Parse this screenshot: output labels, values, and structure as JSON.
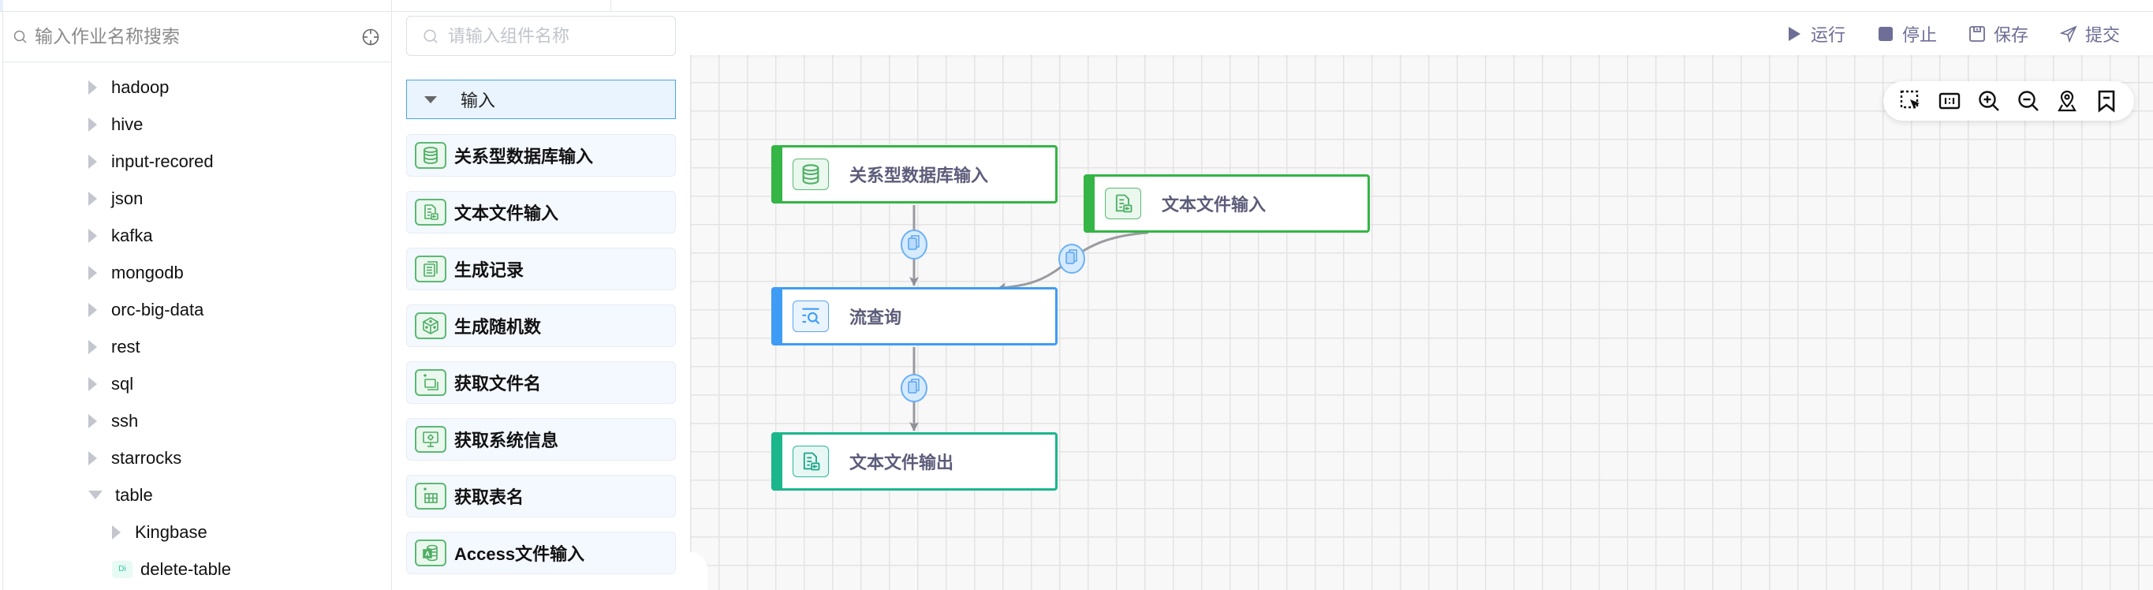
{
  "sidebar": {
    "search_placeholder": "输入作业名称搜索",
    "search_icon": "search-icon",
    "locate_icon": "crosshair-icon",
    "tree": [
      {
        "label": "hadoop",
        "level": 1,
        "state": "collapsed"
      },
      {
        "label": "hive",
        "level": 1,
        "state": "collapsed"
      },
      {
        "label": "input-recored",
        "level": 1,
        "state": "collapsed"
      },
      {
        "label": "json",
        "level": 1,
        "state": "collapsed"
      },
      {
        "label": "kafka",
        "level": 1,
        "state": "collapsed"
      },
      {
        "label": "mongodb",
        "level": 1,
        "state": "collapsed"
      },
      {
        "label": "orc-big-data",
        "level": 1,
        "state": "collapsed"
      },
      {
        "label": "rest",
        "level": 1,
        "state": "collapsed"
      },
      {
        "label": "sql",
        "level": 1,
        "state": "collapsed"
      },
      {
        "label": "ssh",
        "level": 1,
        "state": "collapsed"
      },
      {
        "label": "starrocks",
        "level": 1,
        "state": "collapsed"
      },
      {
        "label": "table",
        "level": 1,
        "state": "expanded"
      },
      {
        "label": "Kingbase",
        "level": 2,
        "state": "collapsed"
      },
      {
        "label": "delete-table",
        "level": 2,
        "state": "leaf",
        "badge": "Di"
      }
    ]
  },
  "components": {
    "search_placeholder": "请输入组件名称",
    "group": {
      "label": "输入",
      "expanded": true
    },
    "items": [
      {
        "label": "关系型数据库输入",
        "icon": "database-icon"
      },
      {
        "label": "文本文件输入",
        "icon": "text-file-input-icon"
      },
      {
        "label": "生成记录",
        "icon": "records-icon"
      },
      {
        "label": "生成随机数",
        "icon": "dice-icon"
      },
      {
        "label": "获取文件名",
        "icon": "folder-icon"
      },
      {
        "label": "获取系统信息",
        "icon": "monitor-gear-icon"
      },
      {
        "label": "获取表名",
        "icon": "table-icon"
      },
      {
        "label": "Access文件输入",
        "icon": "access-db-icon"
      }
    ]
  },
  "toolbar": {
    "run": "运行",
    "stop": "停止",
    "save": "保存",
    "submit": "提交",
    "color": "#6e6e96"
  },
  "zoom_controls": [
    "box-select-icon",
    "fit-1-1-icon",
    "zoom-in-icon",
    "zoom-out-icon",
    "locate-pin-icon",
    "bookmark-icon"
  ],
  "flow": {
    "nodes": [
      {
        "id": "n1",
        "label": "关系型数据库输入",
        "icon": "database-icon",
        "color": "#34b545"
      },
      {
        "id": "n2",
        "label": "文本文件输入",
        "icon": "text-file-input-icon",
        "color": "#34b545"
      },
      {
        "id": "n3",
        "label": "流查询",
        "icon": "stream-query-icon",
        "color": "#3f9cf5"
      },
      {
        "id": "n4",
        "label": "文本文件输出",
        "icon": "text-file-output-icon",
        "color": "#1bb68c"
      }
    ],
    "edges": [
      {
        "from": "n1",
        "to": "n3",
        "badge": "copy-icon"
      },
      {
        "from": "n2",
        "to": "n3",
        "badge": "copy-icon"
      },
      {
        "from": "n3",
        "to": "n4",
        "badge": "copy-icon"
      }
    ]
  }
}
